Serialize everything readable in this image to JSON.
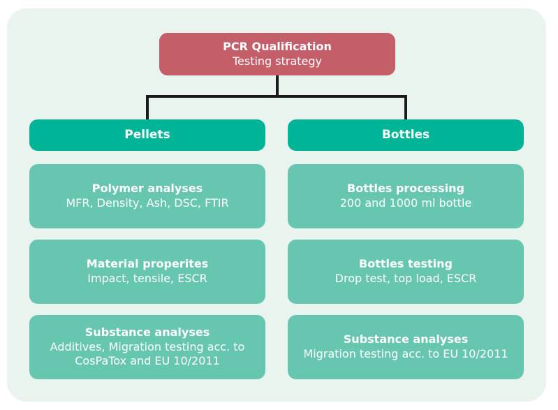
{
  "root": {
    "title": "PCR Qualification",
    "subtitle": "Testing strategy"
  },
  "columns": [
    {
      "heading": "Pellets",
      "items": [
        {
          "title": "Polymer analyses",
          "lines": [
            "MFR, Density, Ash, DSC, FTIR"
          ]
        },
        {
          "title": "Material properites",
          "lines": [
            "Impact, tensile, ESCR"
          ]
        },
        {
          "title": "Substance analyses",
          "lines": [
            "Additives, Migration testing acc. to",
            "CosPaTox and EU 10/2011"
          ]
        }
      ]
    },
    {
      "heading": "Bottles",
      "items": [
        {
          "title": "Bottles processing",
          "lines": [
            "200 and 1000 ml bottle"
          ]
        },
        {
          "title": "Bottles testing",
          "lines": [
            "Drop test, top load, ESCR"
          ]
        },
        {
          "title": "Substance analyses",
          "lines": [
            "Migration testing acc. to EU 10/2011"
          ]
        }
      ]
    }
  ],
  "colors": {
    "panel": "#e9f4ef",
    "root": "#c45f6a",
    "heading": "#00b497",
    "item": "#66c6b0",
    "connector": "#1b1b1b"
  }
}
